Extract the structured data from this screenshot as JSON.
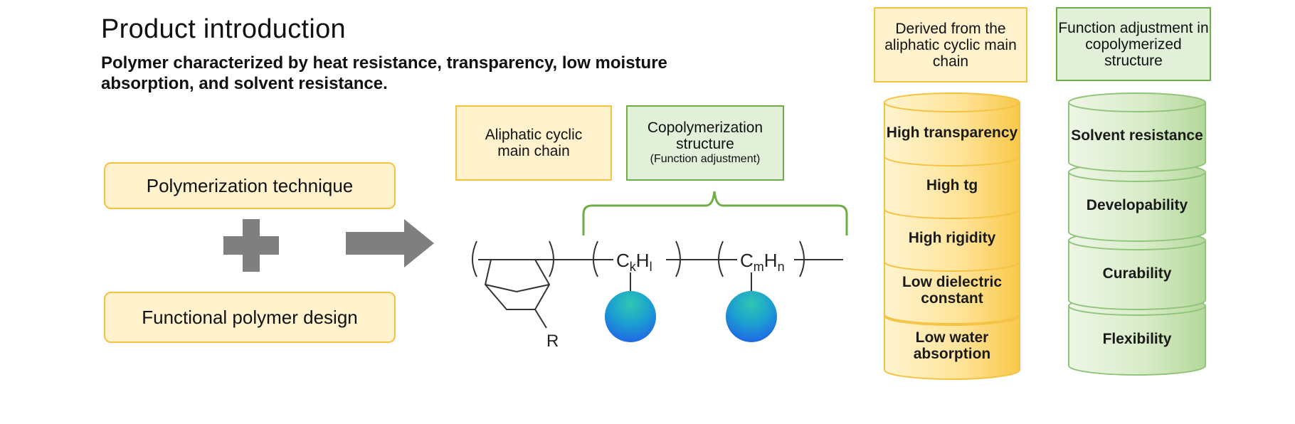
{
  "header": {
    "title": "Product introduction",
    "subtitle": "Polymer characterized by heat resistance, transparency, low moisture absorption, and solvent resistance."
  },
  "left": {
    "top_box": "Polymerization technique",
    "bottom_box": "Functional polymer design"
  },
  "structure": {
    "aliphatic_label": "Aliphatic cyclic main chain",
    "copolymer_label_line1": "Copolymerization structure",
    "copolymer_label_line2": "(Function adjustment)",
    "unit1_base": "C",
    "unit1_sub1": "k",
    "unit1_mid": "H",
    "unit1_sub2": "l",
    "unit2_base": "C",
    "unit2_sub1": "m",
    "unit2_mid": "H",
    "unit2_sub2": "n",
    "r_group": "R"
  },
  "right": {
    "yellow_header": "Derived from the aliphatic cyclic main chain",
    "green_header": "Function adjustment in copolymerized structure",
    "yellow_items": [
      "High transparency",
      "High tg",
      "High rigidity",
      "Low dielectric constant",
      "Low water absorption"
    ],
    "green_items": [
      "Solvent resistance",
      "Developability",
      "Curability",
      "Flexibility"
    ]
  },
  "colors": {
    "yellow_fill": "#fff2cc",
    "yellow_border": "#f5c242",
    "green_fill": "#e2f0d9",
    "green_border": "#70ad47",
    "arrow_gray": "#7f7f7f",
    "sphere_blue": "#1f7fe0",
    "sphere_teal": "#1fb5b0"
  }
}
